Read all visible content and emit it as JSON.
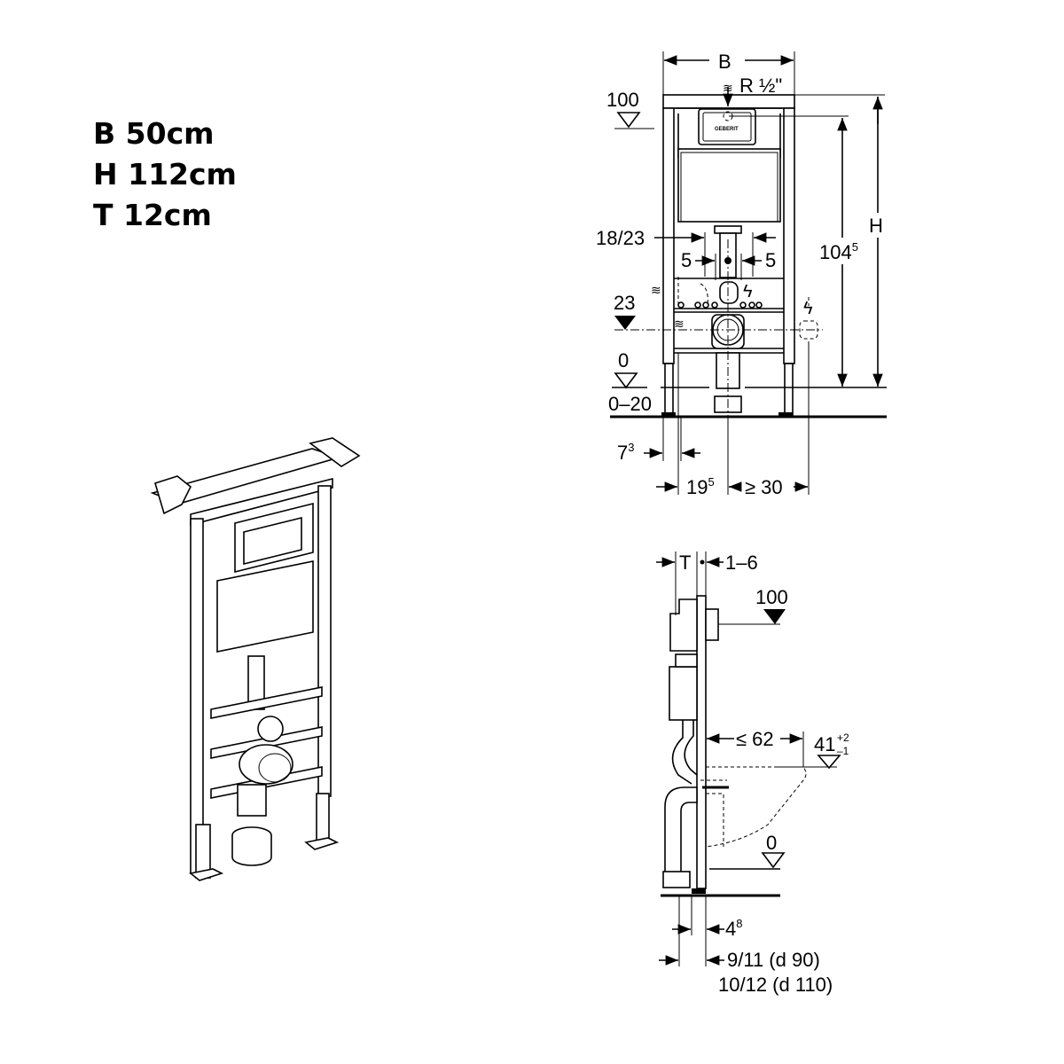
{
  "specs": {
    "width": "B 50cm",
    "height": "H 112cm",
    "depth": "T 12cm"
  },
  "front_view": {
    "dim_width": "B",
    "water_connection": "R ½\"",
    "level_100": "100",
    "level_23": "23",
    "level_0": "0",
    "floor_range": "0–20",
    "dim_18_23": "18/23",
    "dim_5_left": "5",
    "dim_5_right": "5",
    "dim_height": "H",
    "dim_104_base": "104",
    "dim_104_sup": "5",
    "dim_7_base": "7",
    "dim_7_sup": "3",
    "dim_19_base": "19",
    "dim_19_sup": "5",
    "dim_30": "≥ 30",
    "brand": "GEBERIT"
  },
  "side_view": {
    "dim_depth": "T",
    "dim_1_6": "1–6",
    "level_100": "100",
    "dim_62": "≤ 62",
    "level_41_base": "41",
    "level_41_plus": "+2",
    "level_41_minus": "–1",
    "level_0": "0",
    "dim_4_base": "4",
    "dim_4_sup": "8",
    "dim_9_11": "9/11 (d 90)",
    "dim_10_12": "10/12 (d 110)"
  }
}
